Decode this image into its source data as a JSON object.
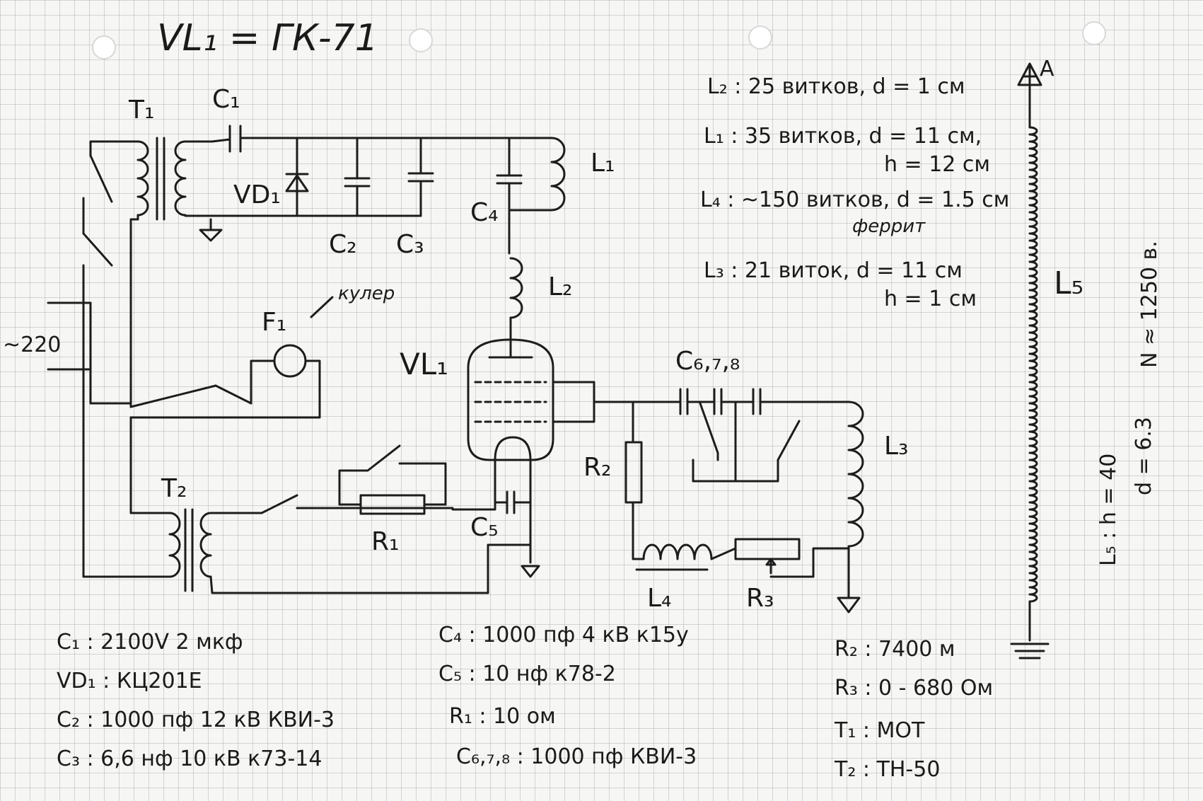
{
  "title": "VL₁ = ГК-71",
  "labels": {
    "t1": "T₁",
    "c1": "C₁",
    "vd1": "VD₁",
    "c2": "C₂",
    "c3": "C₃",
    "c4": "C₄",
    "l1": "L₁",
    "l2": "L₂",
    "f1": "F₁",
    "f1_note": "кулер",
    "mains": "~220",
    "vl1": "VL₁",
    "c678": "C₆,₇,₈",
    "r2": "R₂",
    "l3": "L₃",
    "t2": "T₂",
    "r1": "R₁",
    "c5": "C₅",
    "l4": "L₄",
    "r3": "R₃",
    "l5": "L₅",
    "antenna": "A"
  },
  "coil_specs": [
    "L₂ : 25 витков, d = 1 см",
    "L₁ : 35 витков, d = 11 см,",
    "h = 12 см",
    "L₄ : ~150 витков, d = 1.5 см",
    "феррит",
    "L₃ : 21 виток, d = 11 см",
    "h = 1 см"
  ],
  "l5_spec": {
    "line1": "L₅ : h = 40",
    "line2": "d = 6.3",
    "line3": "N ≈ 1250 в."
  },
  "parts_left": [
    "C₁ : 2100V  2 мкф",
    "VD₁ : КЦ201Е",
    "C₂ : 1000 пф  12 кВ  КВИ-3",
    "C₃ : 6,6 нф  10 кВ  к73-14"
  ],
  "parts_mid": [
    "C₄ : 1000 пф  4 кВ  к15у",
    "C₅ : 10 нф  к78-2",
    "R₁ : 10 ом",
    "C₆,₇,₈ : 1000 пф  КВИ-3"
  ],
  "parts_right": [
    "R₂ : 7400 м",
    "R₃ : 0 - 680 Ом",
    "T₁ : МОТ",
    "T₂ : ТН-50"
  ]
}
